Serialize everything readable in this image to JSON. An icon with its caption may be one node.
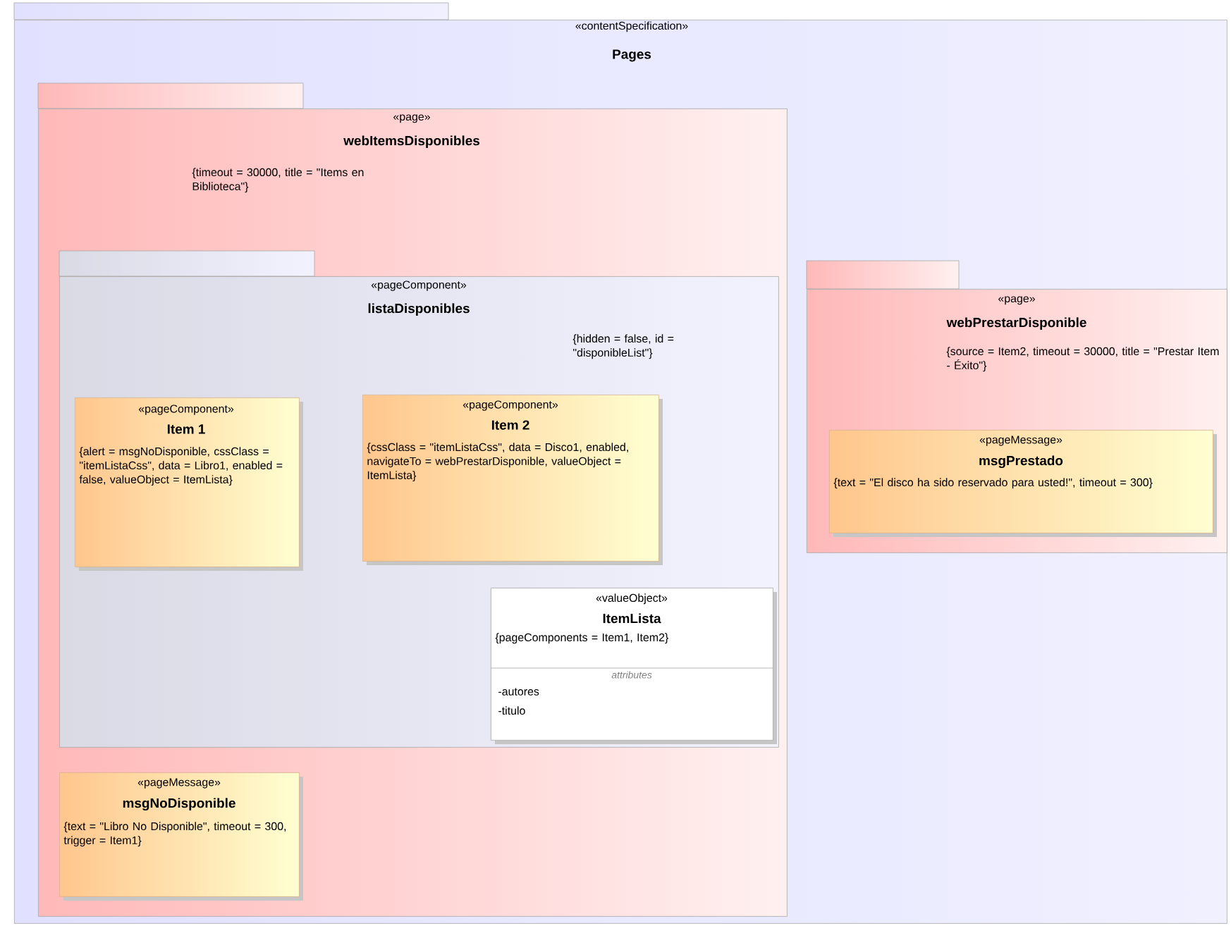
{
  "diagram": {
    "nodes": [
      {
        "text": [
          "«contentSpecification»",
          "Pages"
        ]
      },
      {
        "text": [
          "«page»",
          "webItemsDisponibles",
          "{timeout = 30000, title = \"Items en Biblioteca\"}"
        ],
        "in": 0
      },
      {
        "text": [
          "«pageComponent»",
          "listaDisponibles",
          "{hidden = false, id = \"disponibleList\"}"
        ],
        "in": 1
      },
      {
        "text": [
          "«pageComponent»",
          "Item 1",
          "{alert = msgNoDisponible, cssClass = \"itemListaCss\", data = Libro1, enabled = false, valueObject = ItemLista}"
        ],
        "in": 2
      },
      {
        "text": [
          "«pageComponent»",
          "Item 2",
          "{cssClass = \"itemListaCss\", data = Disco1, enabled, navigateTo = webPrestarDisponible, valueObject = ItemLista}"
        ],
        "in": 2
      },
      {
        "text": [
          "«valueObject»",
          "ItemLista",
          "{pageComponents = Item1, Item2}",
          "attributes",
          "-autores",
          "-titulo"
        ],
        "in": 2
      },
      {
        "text": [
          "«pageMessage»",
          "msgNoDisponible",
          "{text = \"Libro No Disponible\", timeout = 300, trigger = Item1}"
        ],
        "in": 1
      },
      {
        "text": [
          "«page»",
          "webPrestarDisponible",
          "{source = Item2, timeout = 30000, title = \"Prestar Item - Éxito\"}"
        ],
        "in": 0
      },
      {
        "text": [
          "«pageMessage»",
          "msgPrestado",
          "{text = \"El disco ha sido reservado para usted!\", timeout = 300}"
        ],
        "in": 7
      }
    ]
  }
}
